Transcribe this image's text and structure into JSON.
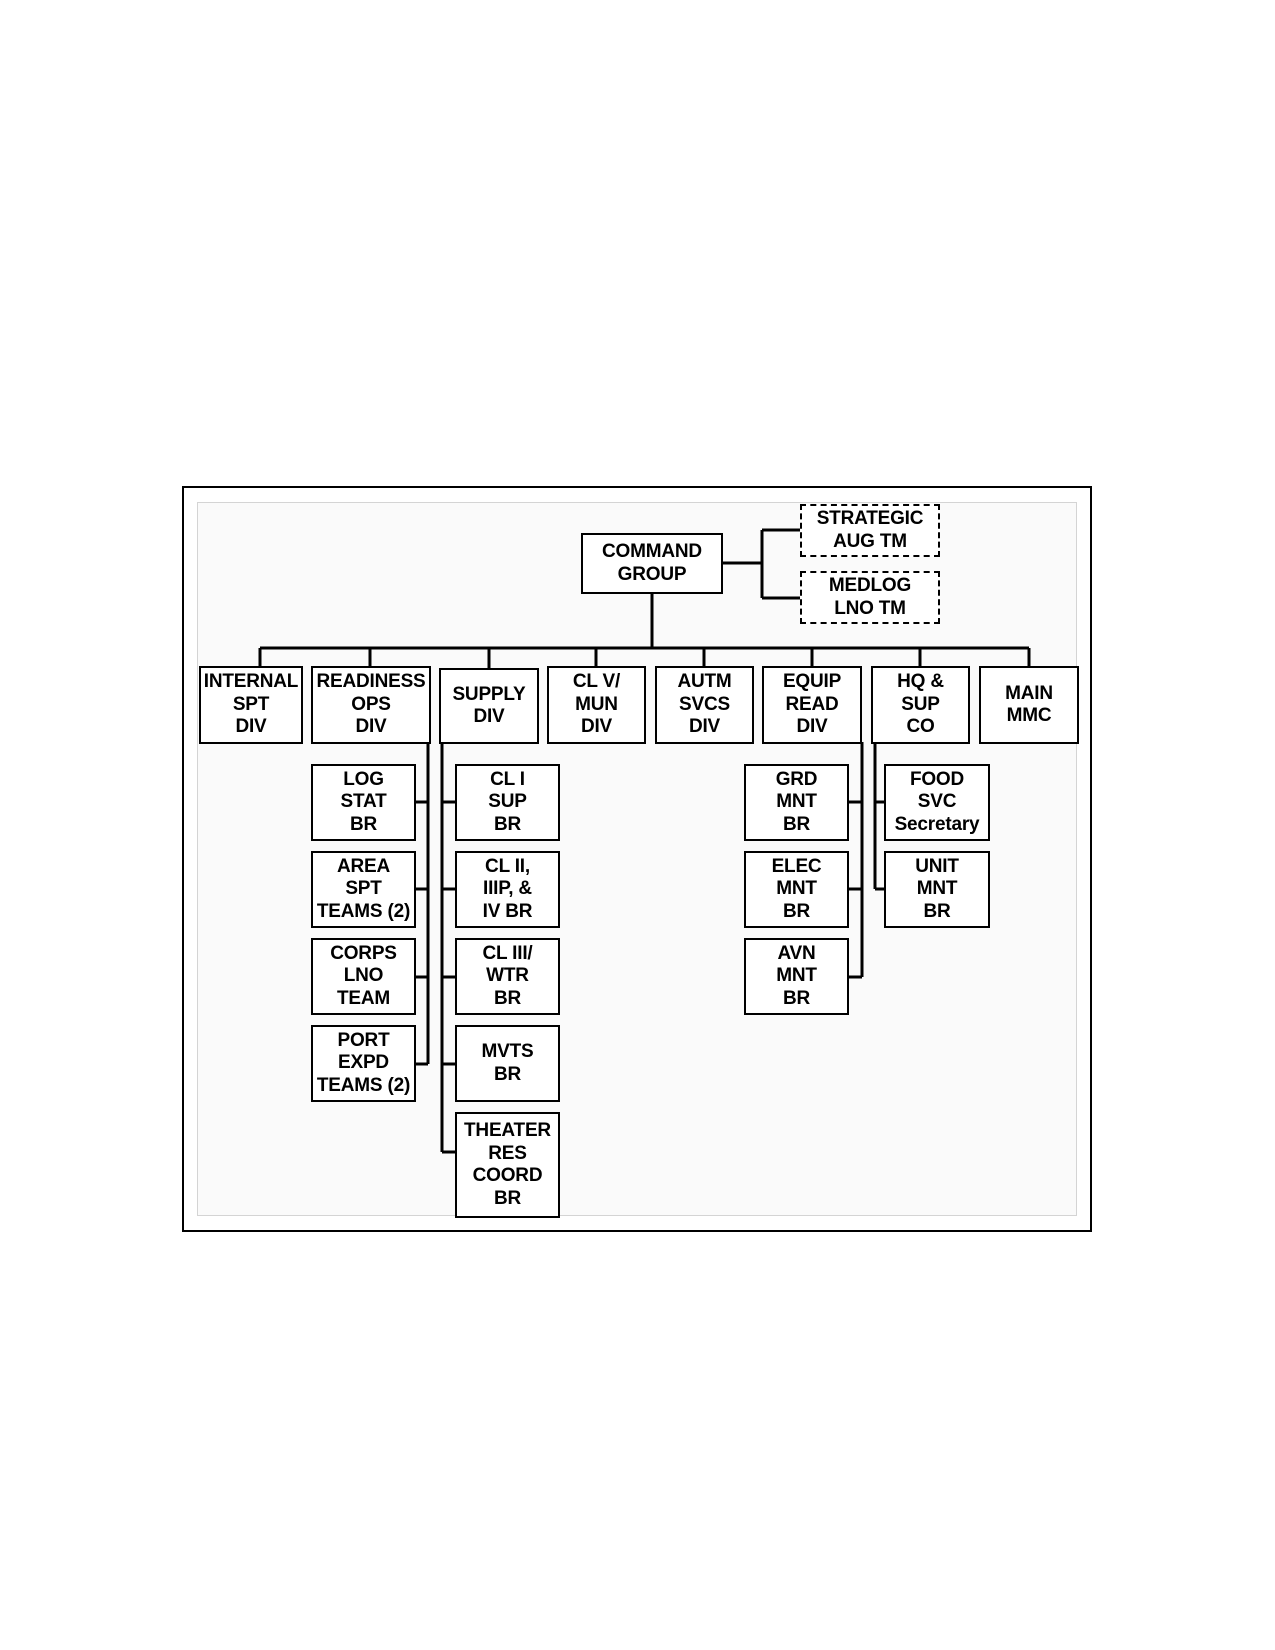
{
  "diagram": {
    "command_group": "COMMAND\nGROUP",
    "augmentation": [
      {
        "id": "strategic",
        "label": "STRATEGIC\nAUG TM"
      },
      {
        "id": "medlog",
        "label": "MEDLOG\nLNO TM"
      }
    ],
    "divisions": [
      {
        "id": "internal",
        "label": "INTERNAL\nSPT\nDIV"
      },
      {
        "id": "readiness",
        "label": "READINESS\nOPS\nDIV"
      },
      {
        "id": "supply",
        "label": "SUPPLY\nDIV"
      },
      {
        "id": "clv",
        "label": "CL V/\nMUN\nDIV"
      },
      {
        "id": "autm",
        "label": "AUTM\nSVCS\nDIV"
      },
      {
        "id": "equip",
        "label": "EQUIP\nREAD\nDIV"
      },
      {
        "id": "hq",
        "label": "HQ &\nSUP\nCO"
      },
      {
        "id": "main",
        "label": "MAIN\nMMC"
      }
    ],
    "readiness_branches": [
      {
        "id": "log-stat",
        "label": "LOG\nSTAT\nBR"
      },
      {
        "id": "area-spt",
        "label": "AREA\nSPT\nTEAMS (2)"
      },
      {
        "id": "corps-lno",
        "label": "CORPS\nLNO\nTEAM"
      },
      {
        "id": "port-expd",
        "label": "PORT\nEXPD\nTEAMS (2)"
      }
    ],
    "supply_branches": [
      {
        "id": "cl-i",
        "label": "CL I\nSUP\nBR"
      },
      {
        "id": "cl-ii",
        "label": "CL II,\nIIIP, &\nIV BR"
      },
      {
        "id": "cl-iii",
        "label": "CL III/\nWTR\nBR"
      },
      {
        "id": "mvts",
        "label": "MVTS\nBR"
      },
      {
        "id": "theater",
        "label": "THEATER\nRES\nCOORD\nBR"
      }
    ],
    "equip_branches": [
      {
        "id": "grd",
        "label": "GRD\nMNT\nBR"
      },
      {
        "id": "elec",
        "label": "ELEC\nMNT\nBR"
      },
      {
        "id": "avn",
        "label": "AVN\nMNT\nBR"
      }
    ],
    "hq_branches": [
      {
        "id": "food",
        "label": "FOOD\nSVC\nSecretary"
      },
      {
        "id": "unit",
        "label": "UNIT\nMNT\nBR"
      }
    ]
  }
}
